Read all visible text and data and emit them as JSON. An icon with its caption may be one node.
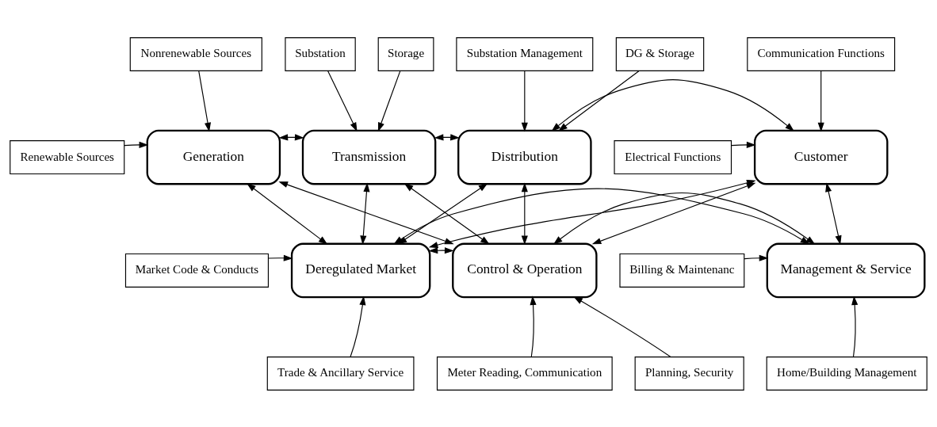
{
  "diagram": {
    "nodes": [
      {
        "text": [
          "Nonrenewable Sources"
        ]
      },
      {
        "text": [
          "Substation"
        ]
      },
      {
        "text": [
          "Storage"
        ]
      },
      {
        "text": [
          "Substation Management"
        ]
      },
      {
        "text": [
          "DG & Storage"
        ]
      },
      {
        "text": [
          "Communication Functions"
        ]
      },
      {
        "text": [
          "Generation"
        ]
      },
      {
        "text": [
          "Transmission"
        ]
      },
      {
        "text": [
          "Distribution"
        ]
      },
      {
        "text": [
          "Customer"
        ]
      },
      {
        "text": [
          "Renewable Sources"
        ]
      },
      {
        "text": [
          "Electrical Functions"
        ]
      },
      {
        "text": [
          "Market Code & Conducts"
        ]
      },
      {
        "text": [
          "Deregulated Market"
        ]
      },
      {
        "text": [
          "Control & Operation"
        ]
      },
      {
        "text": [
          "Management & Service"
        ]
      },
      {
        "text": [
          "Billing & Maintenanc"
        ]
      },
      {
        "text": [
          "Trade & Ancillary Service"
        ]
      },
      {
        "text": [
          "Meter Reading, Communication"
        ]
      },
      {
        "text": [
          "Planning, Security"
        ]
      },
      {
        "text": [
          "Home/Building Management"
        ]
      }
    ],
    "edges": [
      {
        "from": 0,
        "to": 6,
        "arrow": "to"
      },
      {
        "from": 1,
        "to": 7,
        "arrow": "to"
      },
      {
        "from": 2,
        "to": 7,
        "arrow": "to"
      },
      {
        "from": 3,
        "to": 8,
        "arrow": "to"
      },
      {
        "from": 4,
        "to": 8,
        "arrow": "to"
      },
      {
        "from": 5,
        "to": 9,
        "arrow": "to"
      },
      {
        "from": 6,
        "to": 7,
        "arrow": "both"
      },
      {
        "from": 7,
        "to": 8,
        "arrow": "both"
      },
      {
        "from": 8,
        "to": 9,
        "arrow": "both"
      },
      {
        "from": 10,
        "to": 6,
        "arrow": "to"
      },
      {
        "from": 11,
        "to": 9,
        "arrow": "to"
      },
      {
        "from": 6,
        "to": 13,
        "arrow": "both"
      },
      {
        "from": 6,
        "to": 14,
        "arrow": "both"
      },
      {
        "from": 7,
        "to": 13,
        "arrow": "both"
      },
      {
        "from": 7,
        "to": 14,
        "arrow": "both"
      },
      {
        "from": 8,
        "to": 13,
        "arrow": "both"
      },
      {
        "from": 8,
        "to": 14,
        "arrow": "both"
      },
      {
        "from": 9,
        "to": 13,
        "arrow": "both"
      },
      {
        "from": 9,
        "to": 14,
        "arrow": "both"
      },
      {
        "from": 9,
        "to": 15,
        "arrow": "both"
      },
      {
        "from": 13,
        "to": 15,
        "arrow": "both"
      },
      {
        "from": 12,
        "to": 13,
        "arrow": "to"
      },
      {
        "from": 13,
        "to": 14,
        "arrow": "both"
      },
      {
        "from": 14,
        "to": 15,
        "arrow": "both"
      },
      {
        "from": 16,
        "to": 15,
        "arrow": "to"
      },
      {
        "from": 17,
        "to": 13,
        "arrow": "to"
      },
      {
        "from": 18,
        "to": 14,
        "arrow": "to"
      },
      {
        "from": 19,
        "to": 14,
        "arrow": "to"
      },
      {
        "from": 20,
        "to": 15,
        "arrow": "to"
      }
    ]
  }
}
